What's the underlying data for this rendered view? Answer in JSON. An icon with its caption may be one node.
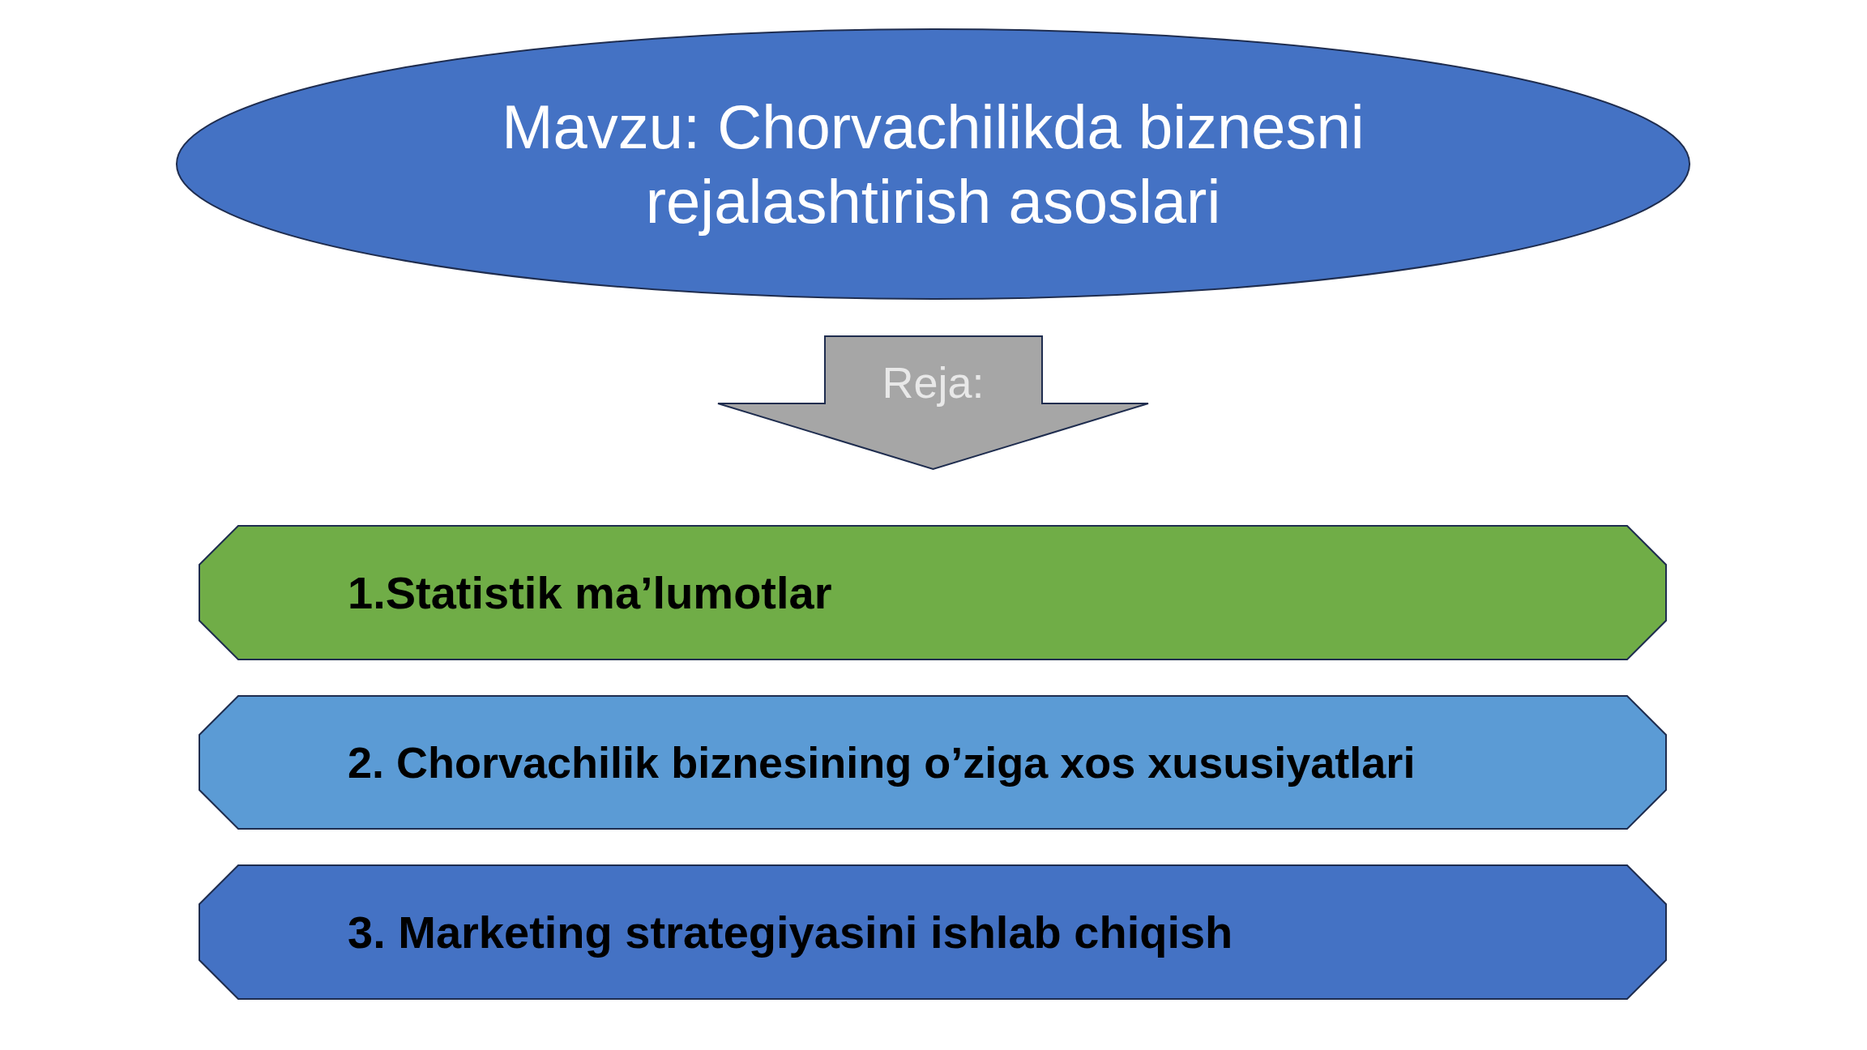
{
  "diagram": {
    "nodes": [
      {
        "text": [
          "Mavzu: Chorvachilikda biznesni rejalashtirish asoslari"
        ]
      },
      {
        "text": [
          "Reja:"
        ]
      },
      {
        "text": [
          "1.Statistik ma’lumotlar"
        ]
      },
      {
        "text": [
          "2. Chorvachilik biznesining o’ziga xos xususiyatlari"
        ]
      },
      {
        "text": [
          "3. Marketing strategiyasini ishlab chiqish"
        ]
      }
    ]
  }
}
